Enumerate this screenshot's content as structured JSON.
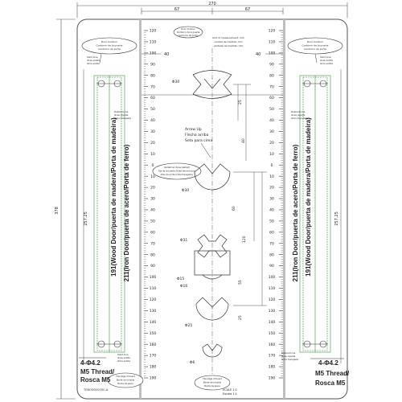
{
  "dimensions": {
    "overall_width": "270",
    "half_width_left": "67",
    "half_width_right": "67",
    "overall_height": "378",
    "inner_left": "257.25",
    "inner_right": "257.25",
    "mid_left": "40",
    "mid_right": "40"
  },
  "ruler_left": {
    "ticks": [
      "120",
      "110",
      "100",
      "90",
      "80",
      "70",
      "60",
      "50",
      "40",
      "30",
      "20",
      "10",
      "0",
      "10",
      "20",
      "30",
      "40",
      "50",
      "60",
      "70",
      "80",
      "90",
      "100",
      "110",
      "120",
      "130",
      "140",
      "150",
      "160",
      "170",
      "180",
      "190"
    ]
  },
  "ruler_right": {
    "ticks": [
      "120",
      "110",
      "100",
      "90",
      "80",
      "70",
      "60",
      "50",
      "40",
      "30",
      "20",
      "10",
      "0",
      "10",
      "20",
      "30",
      "40",
      "50",
      "60",
      "70",
      "80",
      "90",
      "100",
      "110",
      "120",
      "130",
      "140",
      "150",
      "160",
      "170",
      "180",
      "190"
    ]
  },
  "labels": {
    "door_left_a": "191(Wood Door/puerta de madera/Porta de madeira)",
    "door_left_b": "211(Iron Door/puerta de acero/Porta de ferro)",
    "door_right_a": "211(Iron Door/puerta de acero/Porta de ferro)",
    "door_right_b": "191(Wood Door/puerta de madera/Porta de madeira)",
    "hole_spec": "4-Φ4.2",
    "thread_line1": "M5 Thread/",
    "thread_line2": "Rosca M5",
    "arrow_up": [
      "Arrow Up",
      "Flecha arriba",
      "Seta para cima"
    ],
    "dia30_top": "Φ30",
    "dia30_mid": "Φ30",
    "dia31": "Φ31",
    "dia15_a": "Φ15",
    "dia15_b": "Φ16",
    "dia25": "Φ25",
    "dia6": "Φ6",
    "dim_25": "25",
    "dim_40": "40",
    "dim_60": "60",
    "dim_120": "120",
    "dim_55": "55",
    "dim_25b": "25",
    "scale_1": "SCALE 1:1",
    "scale_2": "Escala 1:1",
    "code": "TCNOOO0070C-A",
    "top_note": [
      "Unit of measurement: mm",
      "unidad de medida: mm",
      "unidade de medida: mm"
    ],
    "bubble_tl": [
      "Door Contour",
      "Contorno de la puerta",
      "Contorno da porta"
    ],
    "bubble_tr": [
      "Door Contour",
      "Contorno de la puerta",
      "Contorno da porta"
    ],
    "bubble_top_center": [
      "Door Contour",
      "Contorno de la puerta",
      "Contorno da porta"
    ],
    "bubble_mid": [
      "Centerline (lines dashed)",
      "Eje de la puerta (linea discontinua)",
      "Eixo da porta (linha tracejada)"
    ],
    "bubble_bl": [
      "The edge of board",
      "Borde de la tabla",
      "Borda da placa"
    ],
    "bubble_bottom_center": [
      "The edge of board",
      "Borde de la tabla",
      "Borda da placa"
    ],
    "solid_line": [
      "Solid Line",
      "linea solida",
      "linha solida"
    ],
    "dashed_line": [
      "Dashed Line",
      "linea rayada",
      "linha tracejada"
    ]
  },
  "colors": {
    "line": "#333333",
    "green": "#3f8f3f",
    "frame": "#555555",
    "ruler_band": "#bfbfbf"
  }
}
